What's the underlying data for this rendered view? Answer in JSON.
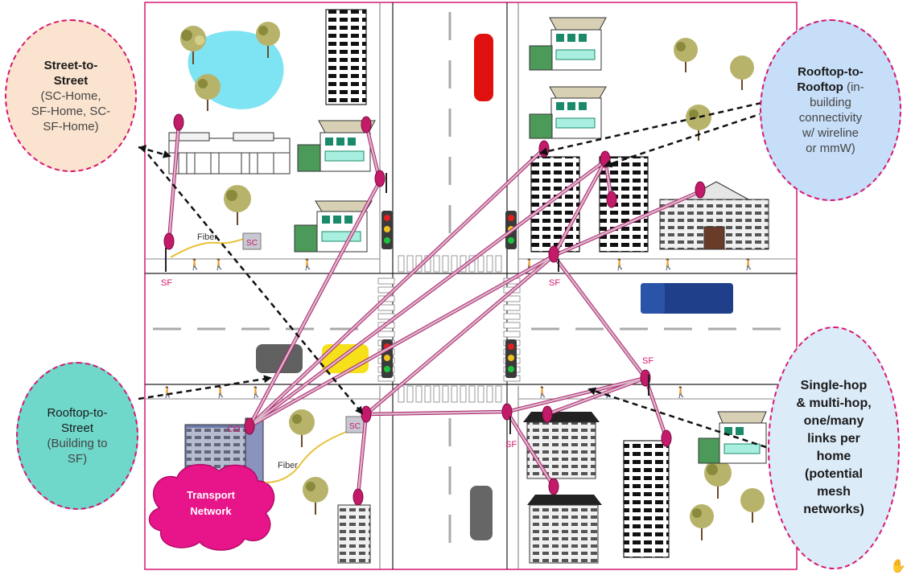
{
  "labels": {
    "fiber_top": "Fiber",
    "fiber_bottom": "Fiber",
    "sc_top": "SC",
    "sc_center": "SC",
    "sf_left": "SF",
    "sf_right_top": "SF",
    "sf_right_mid": "SF",
    "sf_center_bottom": "SF",
    "co": "CO",
    "transport_line1": "Transport",
    "transport_line2": "Network"
  },
  "bubbles": {
    "street_to_street": {
      "title_line1": "Street-to-",
      "title_line2": "Street",
      "sub_line1": "(SC-Home,",
      "sub_line2": "SF-Home, SC-",
      "sub_line3": "SF-Home)"
    },
    "rooftop_to_rooftop": {
      "title_line1": "Rooftop-to-",
      "title_line2": "Rooftop",
      "sub_inline": " (in-",
      "sub_line1": "building",
      "sub_line2": "connectivity",
      "sub_line3": "w/ wireline",
      "sub_line4": "or mmW)"
    },
    "rooftop_to_street": {
      "title_line1": "Rooftop-to-",
      "title_line2": "Street",
      "sub_line1": "(Building to",
      "sub_line2": "SF)"
    },
    "single_multi_hop": {
      "line1": "Single-hop",
      "line2": "& multi-hop,",
      "line3": "one/many",
      "line4": "links per",
      "line5": "home",
      "line6": "(potential",
      "line7": "mesh",
      "line8": "networks)"
    }
  },
  "colors": {
    "link": "#c9a0b6",
    "link_outline": "#b0236f",
    "dish": "#c41a6a",
    "fiber": "#e8c23a",
    "cloud": "#e8158a",
    "frame": "#d6176f"
  }
}
